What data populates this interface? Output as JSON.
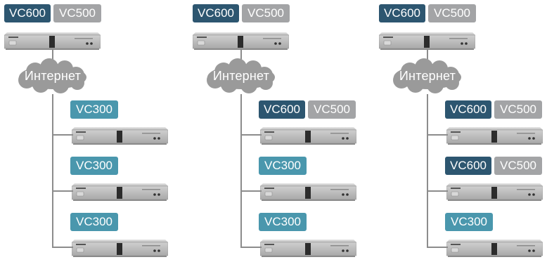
{
  "diagrams": [
    {
      "main": [
        "VC600",
        "VC500"
      ],
      "cloud_label": "Интернет",
      "remotes": [
        [
          "VC300"
        ],
        [
          "VC300"
        ],
        [
          "VC300"
        ]
      ]
    },
    {
      "main": [
        "VC600",
        "VC500"
      ],
      "cloud_label": "Интернет",
      "remotes": [
        [
          "VC600",
          "VC500"
        ],
        [
          "VC300"
        ],
        [
          "VC300"
        ]
      ]
    },
    {
      "main": [
        "VC600",
        "VC500"
      ],
      "cloud_label": "Интернет",
      "remotes": [
        [
          "VC600",
          "VC500"
        ],
        [
          "VC600",
          "VC500"
        ],
        [
          "VC300"
        ]
      ]
    }
  ],
  "colors": {
    "vc600": "#2d5670",
    "vc500": "#a3a4a6",
    "vc300": "#4a97ad",
    "cloud": "#9a9a9a",
    "line": "#8c8c8c"
  }
}
